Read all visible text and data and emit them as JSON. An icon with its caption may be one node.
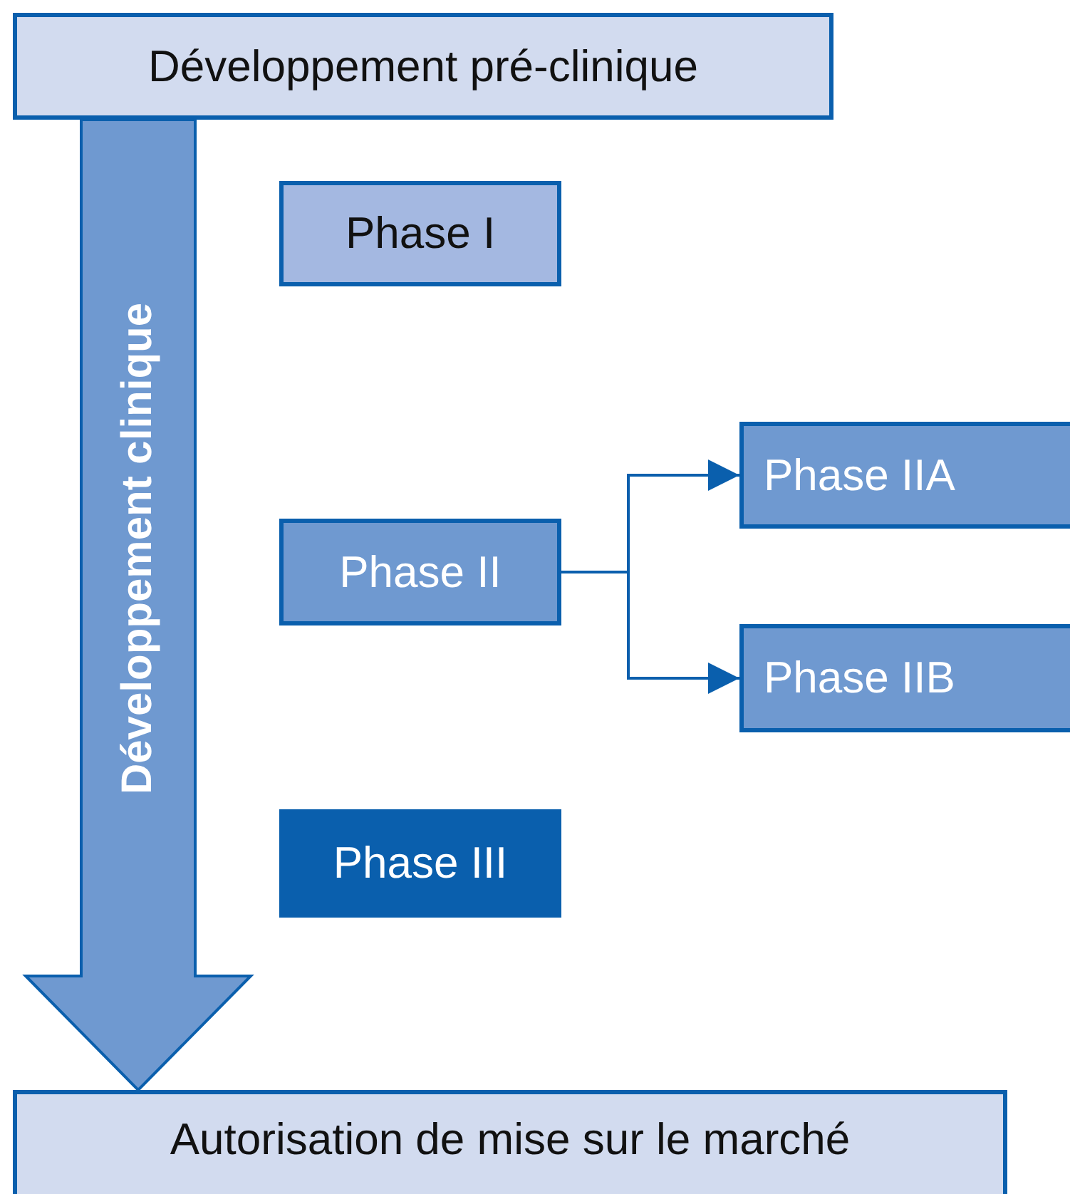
{
  "diagram": {
    "nodes": [
      {
        "text": [
          "Développement pré-clinique"
        ]
      },
      {
        "text": [
          "Phase I"
        ]
      },
      {
        "text": [
          "Phase II"
        ]
      },
      {
        "text": [
          "Phase IIA"
        ]
      },
      {
        "text": [
          "Phase IIB"
        ]
      },
      {
        "text": [
          "Phase III"
        ]
      },
      {
        "text": [
          "Autorisation de mise sur le marché"
        ]
      }
    ],
    "edges": [
      {
        "from": 0,
        "to": 6,
        "arrow": "to",
        "label": "Développement clinique",
        "style": "thick"
      },
      {
        "from": 2,
        "to": 3,
        "arrow": "to"
      },
      {
        "from": 2,
        "to": 4,
        "arrow": "to"
      }
    ]
  }
}
